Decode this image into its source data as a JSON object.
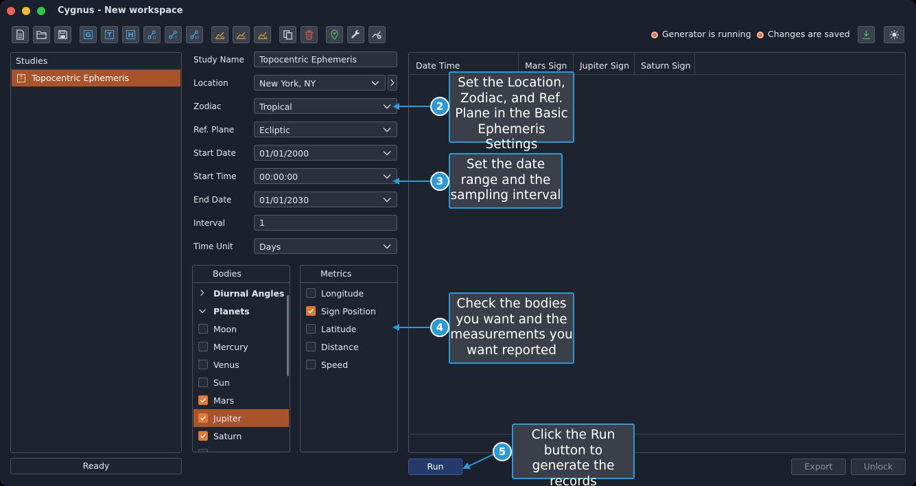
{
  "window": {
    "title": "Cygnus - New workspace"
  },
  "toolbar": {
    "letters": [
      "G",
      "T",
      "H"
    ],
    "status": {
      "generator": "Generator is running",
      "changes": "Changes are saved"
    }
  },
  "studies": {
    "header": "Studies",
    "items": [
      {
        "icon_letter": "T",
        "label": "Topocentric Ephemeris"
      }
    ],
    "status": "Ready"
  },
  "form": {
    "study_name": {
      "label": "Study Name",
      "value": "Topocentric Ephemeris"
    },
    "location": {
      "label": "Location",
      "value": "New York, NY"
    },
    "zodiac": {
      "label": "Zodiac",
      "value": "Tropical"
    },
    "ref_plane": {
      "label": "Ref. Plane",
      "value": "Ecliptic"
    },
    "start_date": {
      "label": "Start Date",
      "value": "01/01/2000"
    },
    "start_time": {
      "label": "Start Time",
      "value": "00:00:00"
    },
    "end_date": {
      "label": "End Date",
      "value": "01/01/2030"
    },
    "interval": {
      "label": "Interval",
      "value": "1"
    },
    "time_unit": {
      "label": "Time Unit",
      "value": "Days"
    }
  },
  "bodies": {
    "header": "Bodies",
    "groups": [
      "Diurnal Angles",
      "Planets"
    ],
    "items": [
      {
        "label": "Moon",
        "checked": false
      },
      {
        "label": "Mercury",
        "checked": false
      },
      {
        "label": "Venus",
        "checked": false
      },
      {
        "label": "Sun",
        "checked": false
      },
      {
        "label": "Mars",
        "checked": true
      },
      {
        "label": "Jupiter",
        "checked": true,
        "selected": true
      },
      {
        "label": "Saturn",
        "checked": true
      }
    ]
  },
  "metrics": {
    "header": "Metrics",
    "items": [
      {
        "label": "Longitude",
        "checked": false
      },
      {
        "label": "Sign Position",
        "checked": true
      },
      {
        "label": "Latitude",
        "checked": false
      },
      {
        "label": "Distance",
        "checked": false
      },
      {
        "label": "Speed",
        "checked": false
      }
    ]
  },
  "results": {
    "columns": [
      "Date Time",
      "Mars Sign",
      "Jupiter Sign",
      "Saturn Sign"
    ]
  },
  "buttons": {
    "run": "Run",
    "export": "Export",
    "unlock": "Unlock"
  },
  "callouts": [
    {
      "number": "2",
      "text": "Set the Location, Zodiac, and Ref. Plane in the Basic Ephemeris Settings"
    },
    {
      "number": "3",
      "text": "Set the date range and the sampling interval"
    },
    {
      "number": "4",
      "text": "Check the bodies you want and the measurements you want reported"
    },
    {
      "number": "5",
      "text": "Click the Run button to generate the records"
    }
  ],
  "colors": {
    "accent": "#e07a36",
    "callout_border": "#2a9ad8",
    "selected_row": "#a9532c",
    "run_button": "#233a6a"
  }
}
